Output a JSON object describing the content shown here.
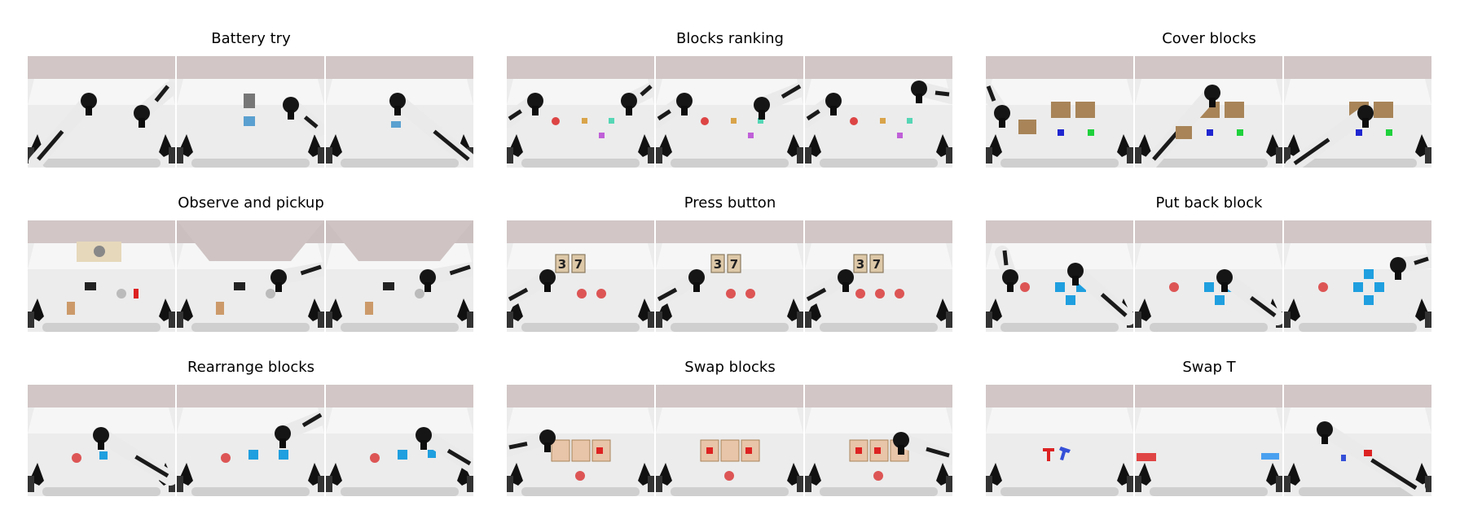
{
  "figure": {
    "tasks": [
      {
        "title": "Battery try",
        "scene": "battery"
      },
      {
        "title": "Blocks ranking",
        "scene": "ranking"
      },
      {
        "title": "Cover blocks",
        "scene": "cover"
      },
      {
        "title": "Observe and pickup",
        "scene": "observe"
      },
      {
        "title": "Press button",
        "scene": "press"
      },
      {
        "title": "Put back block",
        "scene": "putback"
      },
      {
        "title": "Rearrange blocks",
        "scene": "rearrange"
      },
      {
        "title": "Swap blocks",
        "scene": "swapblocks"
      },
      {
        "title": "Swap T",
        "scene": "swapt"
      }
    ],
    "button_digits": [
      "3",
      "7"
    ]
  }
}
